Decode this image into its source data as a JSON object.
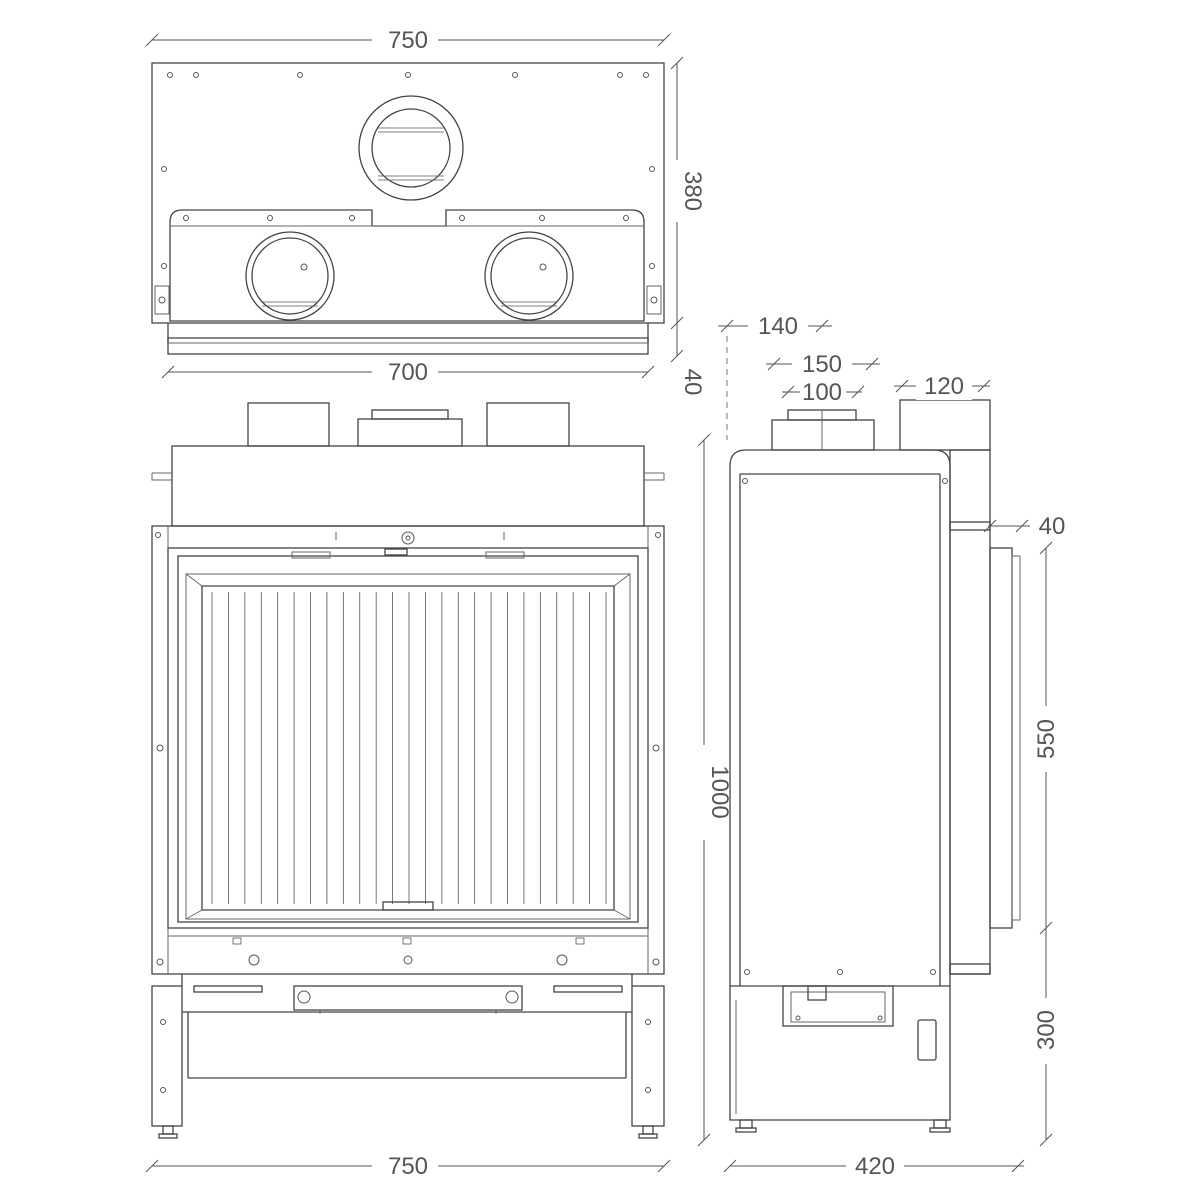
{
  "dimensions": {
    "top_width": "750",
    "top_depth": "380",
    "top_inner_width": "700",
    "top_frame": "40",
    "side_offset": "140",
    "flue_outer": "150",
    "flue_inner": "100",
    "rear_duct": "120",
    "rear_frame": "40",
    "front_height": "1000",
    "rear_opening_height": "550",
    "base_height": "300",
    "front_width": "750",
    "side_depth": "420"
  },
  "colors": {
    "line": "#444444",
    "label": "#555555",
    "background": "#ffffff"
  }
}
